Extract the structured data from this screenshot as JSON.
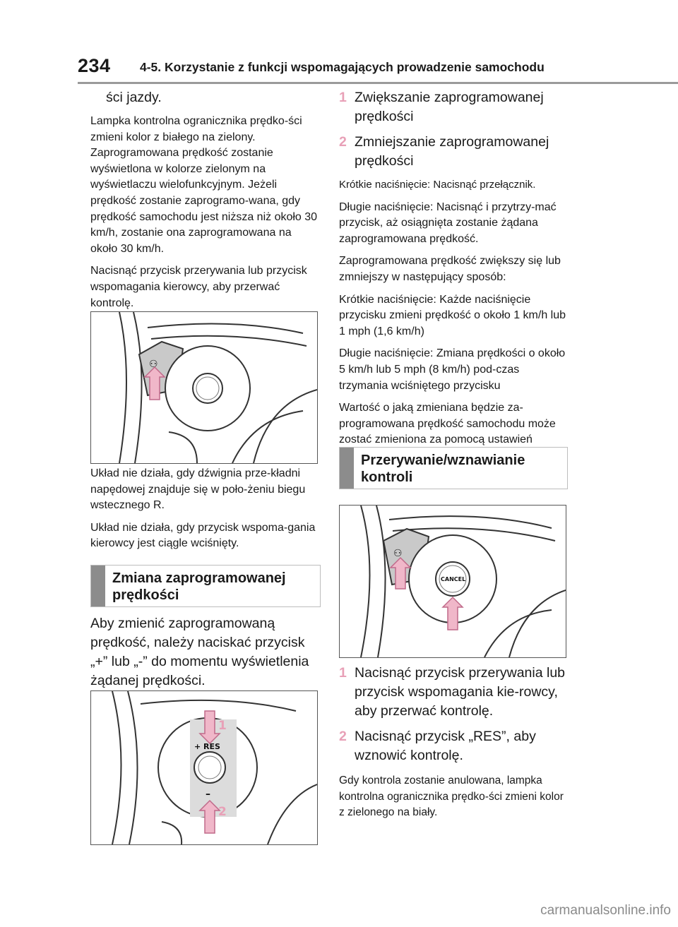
{
  "header": {
    "page_number": "234",
    "section_title": "4-5. Korzystanie z funkcji wspomagających prowadzenie samochodu"
  },
  "left": {
    "continuation": "ści jazdy.",
    "para1": "Lampka kontrolna ogranicznika prędko-ści zmieni kolor z białego na zielony. Zaprogramowana prędkość zostanie wyświetlona w kolorze zielonym na wyświetlaczu wielofunkcyjnym. Jeżeli prędkość zostanie zaprogramo-wana, gdy prędkość samochodu jest niższa niż około 30 km/h, zostanie ona zaprogramowana na około 30 km/h.",
    "para2": "Nacisnąć przycisk przerywania lub przycisk wspomagania kierowcy, aby przerwać kontrolę.",
    "para3": "Układ nie działa, gdy dźwignia prze-kładni napędowej znajduje się w poło-żeniu biegu wstecznego R.",
    "para4": "Układ nie działa, gdy przycisk wspoma-gania kierowcy jest ciągle wciśnięty.",
    "heading": "Zmiana zaprogramowanej prędkości",
    "intro": "Aby zmienić zaprogramowaną prędkość, należy naciskać przycisk „+” lub „-” do momentu wyświetlenia żądanej prędkości."
  },
  "right": {
    "step1_num": "1",
    "step1_text": "Zwiększanie zaprogramowanej prędkości",
    "step2_num": "2",
    "step2_text": "Zmniejszanie zaprogramowanej prędkości",
    "para1": "Krótkie naciśnięcie: Nacisnąć przełącznik.",
    "para2": "Długie naciśnięcie: Nacisnąć i przytrzy-mać przycisk, aż osiągnięta zostanie żądana zaprogramowana prędkość.",
    "para3": "Zaprogramowana prędkość zwiększy się lub zmniejszy w następujący sposób:",
    "para4": "Krótkie naciśnięcie: Każde naciśnięcie przycisku zmieni prędkość o około 1 km/h lub 1 mph (1,6 km/h)",
    "para5": "Długie naciśnięcie: Zmiana prędkości o około 5 km/h lub 5 mph (8 km/h) pod-czas trzymania wciśniętego przycisku",
    "para6": "Wartość o jaką zmieniana będzie za-programowana prędkość samochodu może zostać zmieniona za pomocą ustawień własnych.",
    "heading": "Przerywanie/wznawianie kontroli",
    "step3_num": "1",
    "step3_text": "Nacisnąć przycisk przerywania lub przycisk wspomagania kie-rowcy, aby przerwać kontrolę.",
    "step4_num": "2",
    "step4_text": "Nacisnąć przycisk „RES”, aby wznowić kontrolę.",
    "para7": "Gdy kontrola zostanie anulowana, lampka kontrolna ogranicznika prędko-ści zmieni kolor z zielonego na biały."
  },
  "figures": {
    "fig2_label_plus": "+ RES",
    "fig2_label_minus": "–",
    "fig2_callout_1": "1",
    "fig2_callout_2": "2",
    "fig3_cancel": "CANCEL"
  },
  "watermark": "carmanualsonline.info",
  "colors": {
    "accent_pink": "#e8a0b7",
    "heading_bar": "#8c8c8c"
  }
}
